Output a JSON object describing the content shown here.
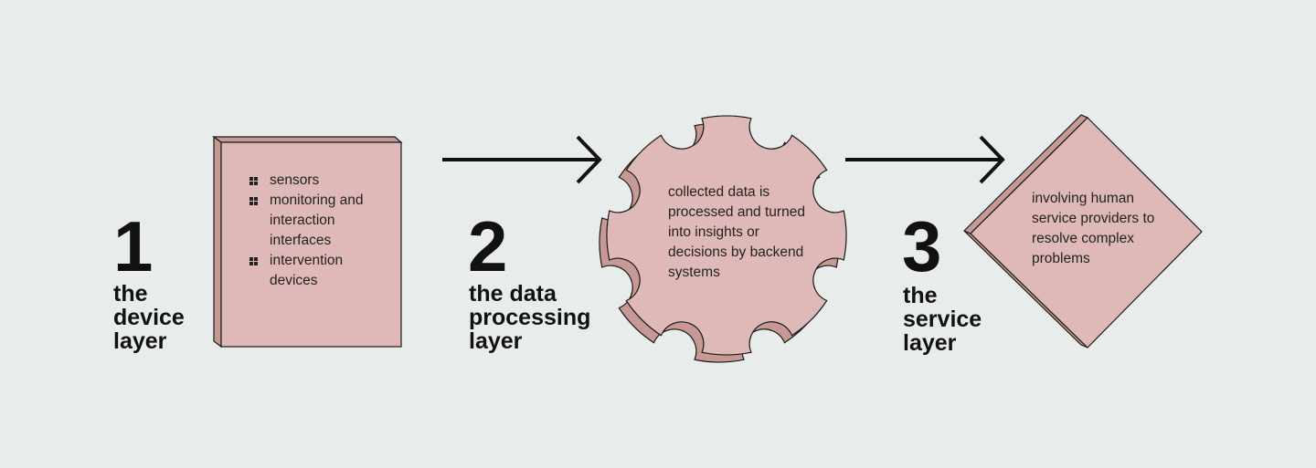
{
  "layers": [
    {
      "number": "1",
      "title": "the\ndevice\nlayer",
      "items": [
        "sensors",
        "monitoring and interaction interfaces",
        "intervention devices"
      ]
    },
    {
      "number": "2",
      "title": "the data\nprocessing\nlayer",
      "description": "collected data is processed and turned into insights or decisions by backend systems"
    },
    {
      "number": "3",
      "title": "the\nservice\nlayer",
      "description": "involving human service providers to resolve complex problems"
    }
  ],
  "colors": {
    "background": "#e8eceb",
    "shape_fill": "#dfb9b7",
    "shape_side": "#c79995",
    "outline": "#1a1a1a"
  },
  "icons": {
    "bullet": "grid-bullet-icon",
    "connector": "right-arrow-icon"
  }
}
